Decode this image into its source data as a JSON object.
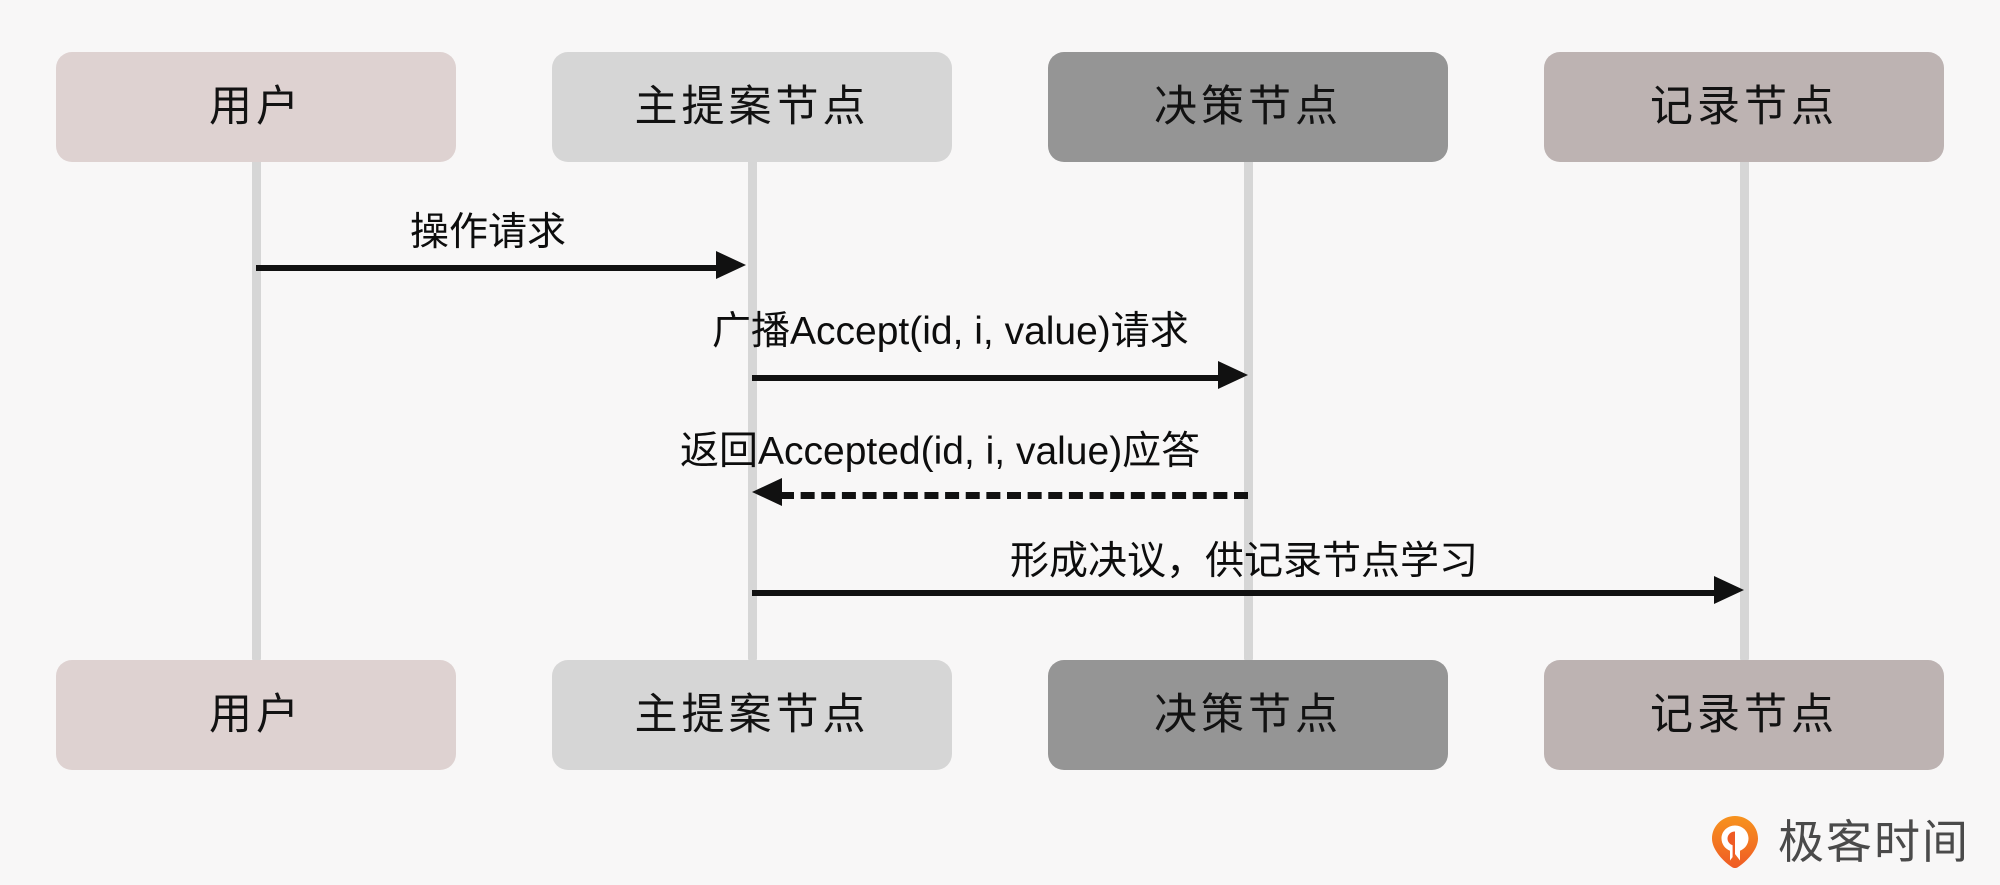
{
  "diagram": {
    "type": "uml-sequence-diagram",
    "background_color": "#f8f7f7",
    "title": "",
    "participants": [
      {
        "id": "user",
        "label": "用户",
        "color": "#ded2d1",
        "lifeline_color": "#d6d6d6"
      },
      {
        "id": "main-proposer",
        "label": "主提案节点",
        "color": "#d6d6d6",
        "lifeline_color": "#d6d6d6"
      },
      {
        "id": "acceptor",
        "label": "决策节点",
        "color": "#959595",
        "lifeline_color": "#d6d6d6"
      },
      {
        "id": "learner",
        "label": "记录节点",
        "color": "#bdb3b2",
        "lifeline_color": "#d6d6d6"
      }
    ],
    "messages": [
      {
        "index": 1,
        "label": "操作请求",
        "from": "user",
        "to": "main-proposer",
        "style": "solid",
        "direction": "right",
        "color": "#111111"
      },
      {
        "index": 2,
        "label": "广播Accept(id, i, value)请求",
        "from": "main-proposer",
        "to": "acceptor",
        "style": "solid",
        "direction": "right",
        "color": "#111111"
      },
      {
        "index": 3,
        "label": "返回Accepted(id, i, value)应答",
        "from": "acceptor",
        "to": "main-proposer",
        "style": "dashed",
        "direction": "left",
        "color": "#111111"
      },
      {
        "index": 4,
        "label": "形成决议，供记录节点学习",
        "from": "main-proposer",
        "to": "learner",
        "style": "solid",
        "direction": "right",
        "color": "#111111"
      }
    ],
    "footer_participants": [
      {
        "id": "user-bottom",
        "label": "用户",
        "color": "#ded2d1"
      },
      {
        "id": "main-proposer-bottom",
        "label": "主提案节点",
        "color": "#d6d6d6"
      },
      {
        "id": "acceptor-bottom",
        "label": "决策节点",
        "color": "#959595"
      },
      {
        "id": "learner-bottom",
        "label": "记录节点",
        "color": "#bdb3b2"
      }
    ]
  },
  "watermark": {
    "text": "极客时间",
    "logo_icon": "geekbang-pin-icon",
    "logo_color": "#f06b20",
    "text_color": "#4a4a4a"
  }
}
